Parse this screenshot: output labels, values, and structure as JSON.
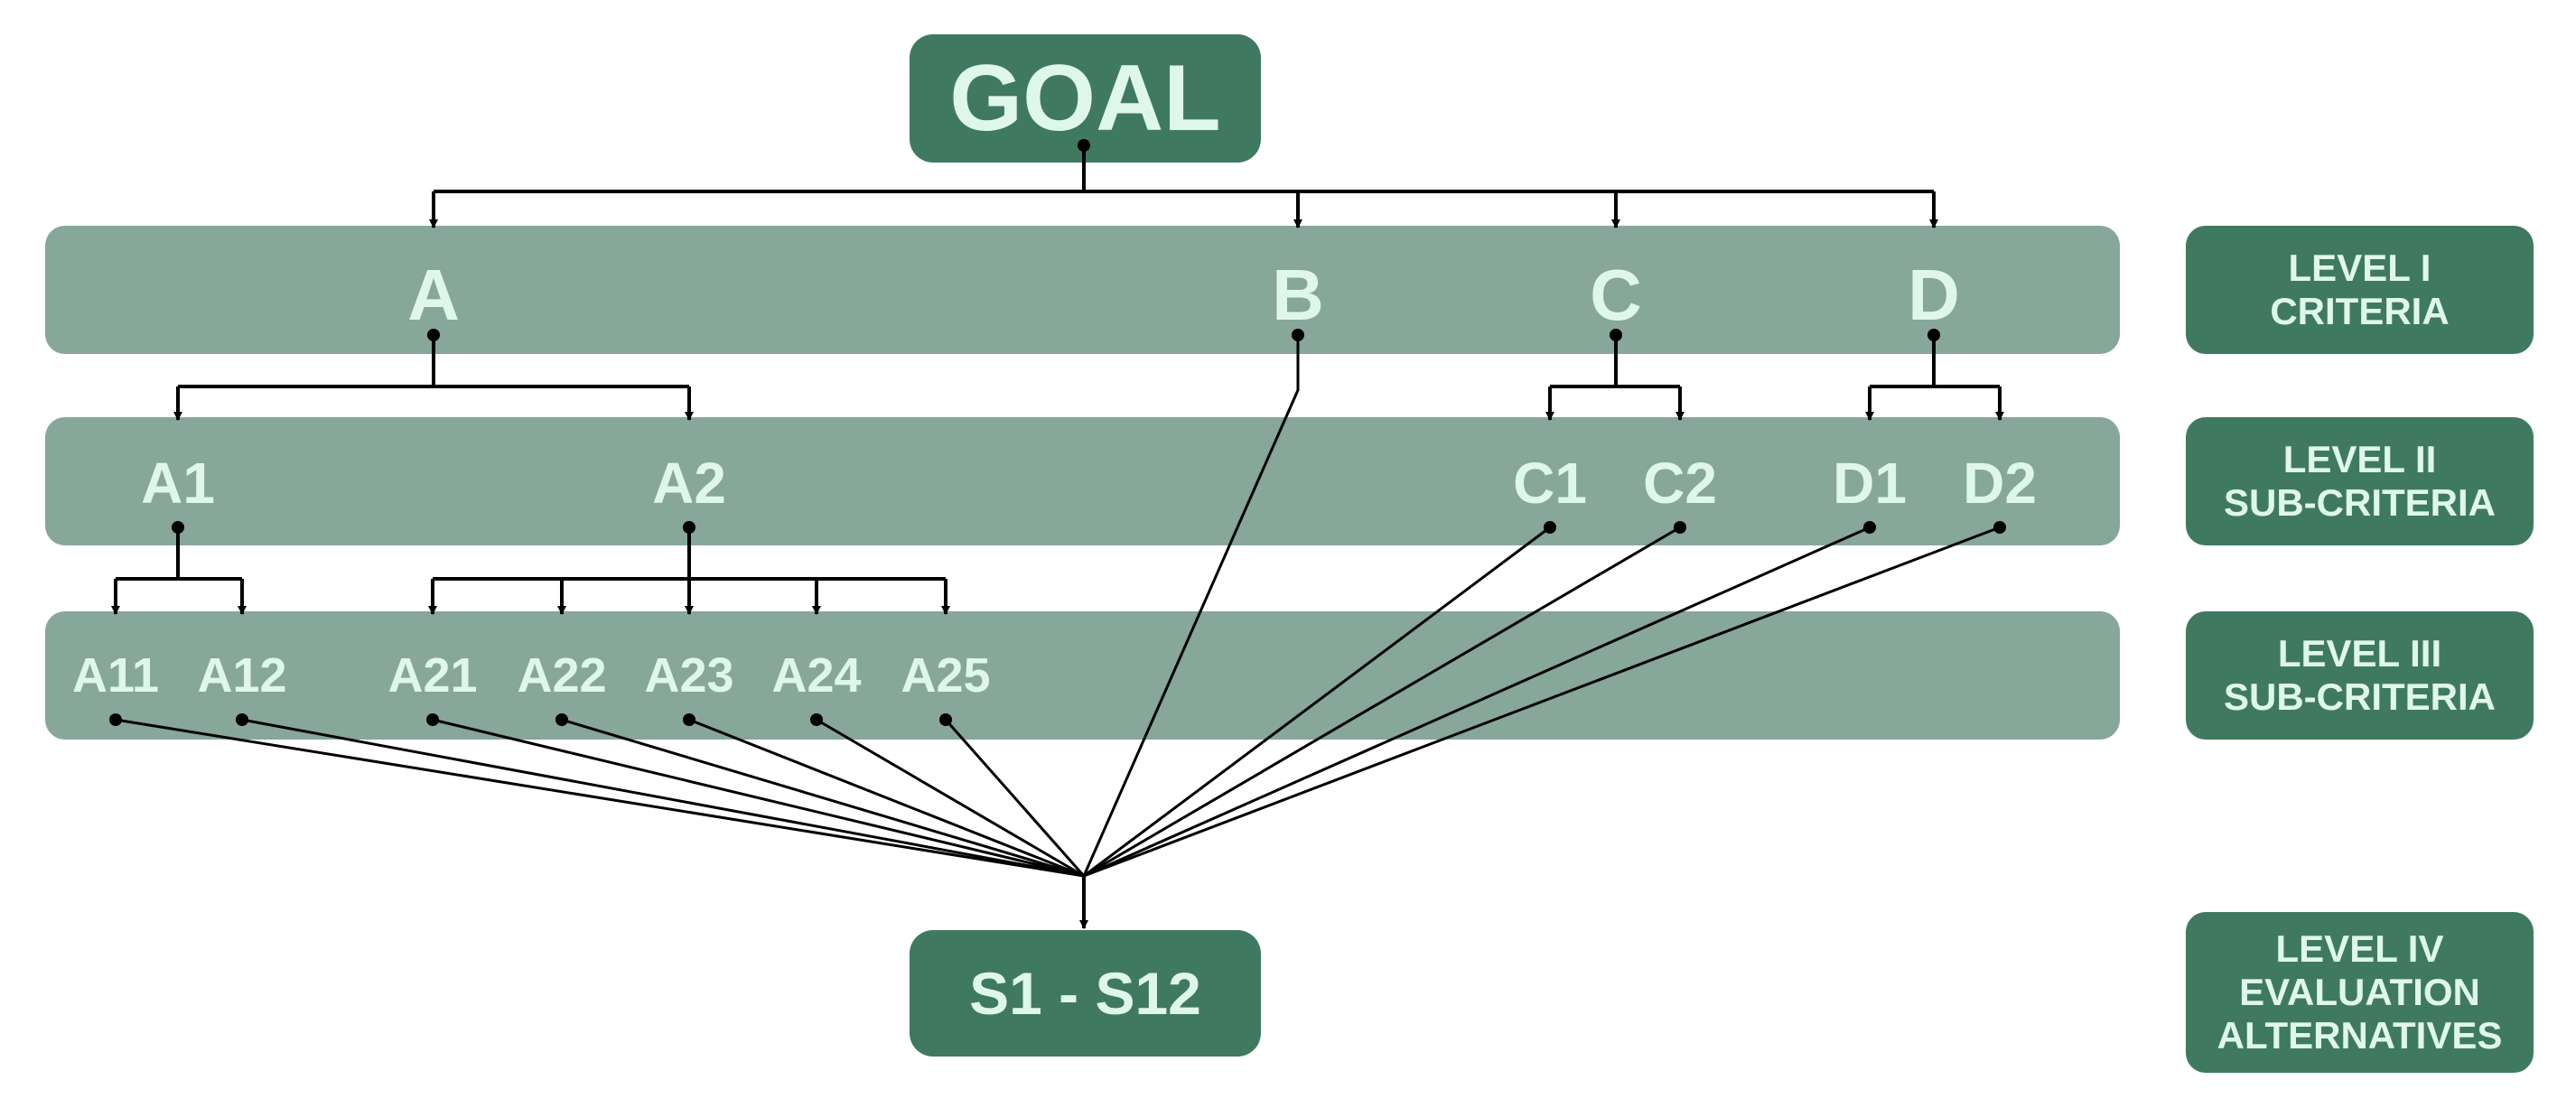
{
  "goal": "GOAL",
  "alternatives": "S1 - S12",
  "levels": [
    {
      "line1": "LEVEL I",
      "line2": "CRITERIA",
      "line3": ""
    },
    {
      "line1": "LEVEL II",
      "line2": "SUB-CRITERIA",
      "line3": ""
    },
    {
      "line1": "LEVEL III",
      "line2": "SUB-CRITERIA",
      "line3": ""
    },
    {
      "line1": "LEVEL IV",
      "line2": "EVALUATION",
      "line3": "ALTERNATIVES"
    }
  ],
  "criteria": [
    "A",
    "B",
    "C",
    "D"
  ],
  "sub_criteria": [
    "A1",
    "A2",
    "C1",
    "C2",
    "D1",
    "D2"
  ],
  "sub_sub_criteria": [
    "A11",
    "A12",
    "A21",
    "A22",
    "A23",
    "A24",
    "A25"
  ],
  "colors": {
    "band": "#86a79a",
    "badge": "#3f7a60",
    "text": "#dff7ea",
    "line": "#000000"
  }
}
